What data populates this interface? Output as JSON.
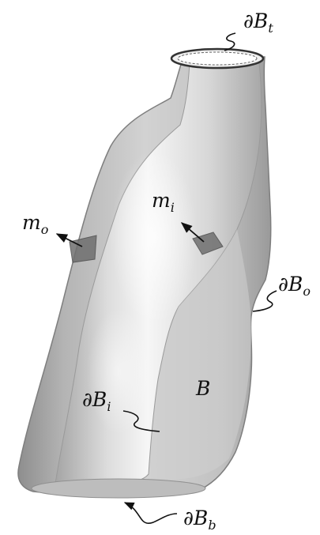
{
  "labels": {
    "top_boundary": {
      "symbol": "∂B",
      "subscript": "t"
    },
    "outer_boundary": {
      "symbol": "∂B",
      "subscript": "o"
    },
    "inner_boundary": {
      "symbol": "∂B",
      "subscript": "i"
    },
    "bottom_boundary": {
      "symbol": "∂B",
      "subscript": "b"
    },
    "region": {
      "symbol": "B"
    },
    "outer_normal": {
      "symbol": "m",
      "subscript": "o"
    },
    "inner_normal": {
      "symbol": "m",
      "subscript": "i"
    }
  },
  "colors": {
    "surface_light": "#f2f2f2",
    "surface_mid": "#c4c4c4",
    "surface_dark": "#8f8f8f",
    "patch": "#6f6f6f",
    "ink": "#111111"
  }
}
